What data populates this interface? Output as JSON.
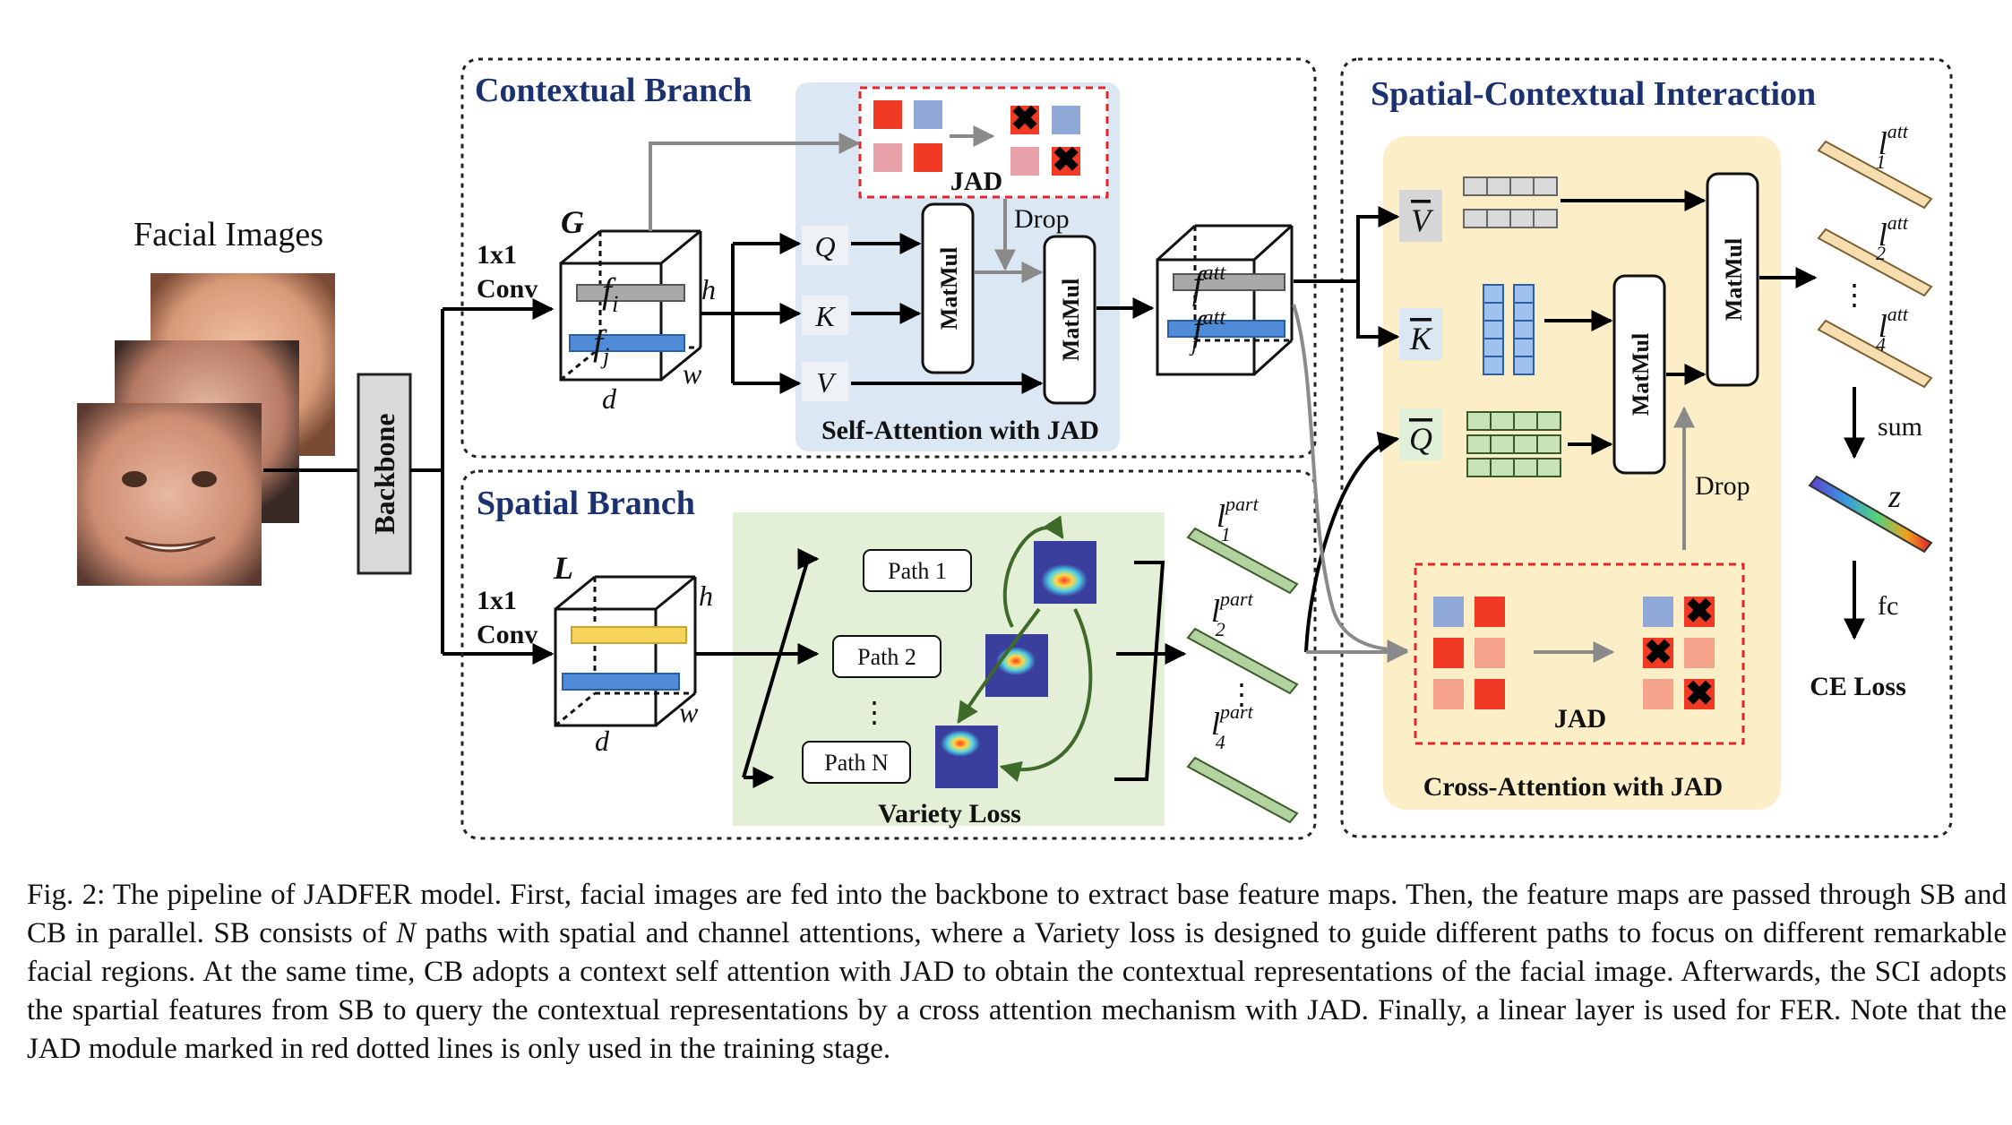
{
  "figure": {
    "input_label": "Facial Images",
    "backbone_label": "Backbone",
    "contextual_branch": {
      "title": "Contextual Branch",
      "conv_label_line1": "1x1",
      "conv_label_line2": "Conv",
      "tensor_name": "G",
      "feature_i": "f",
      "feature_i_sub": "i",
      "feature_j": "f",
      "feature_j_sub": "j",
      "dim_h": "h",
      "dim_w": "w",
      "dim_d": "d",
      "q_label": "Q",
      "k_label": "K",
      "v_label": "V",
      "matmul_label": "MatMul",
      "jad_label": "JAD",
      "drop_label": "Drop",
      "module_label": "Self-Attention with JAD",
      "out_feature": "f",
      "out_sup": "att",
      "out_sub_i": "i",
      "out_sub_j": "j"
    },
    "spatial_branch": {
      "title": "Spatial Branch",
      "conv_label_line1": "1x1",
      "conv_label_line2": "Conv",
      "tensor_name": "L",
      "dim_h": "h",
      "dim_w": "w",
      "dim_d": "d",
      "paths": [
        "Path 1",
        "Path 2",
        "Path N"
      ],
      "ellipsis": "⋮",
      "loss_label": "Variety Loss",
      "out_symbol": "l",
      "out_sup": "part",
      "out_subs": [
        "1",
        "2",
        "4"
      ]
    },
    "sci": {
      "title": "Spatial-Contextual Interaction",
      "v_label": "V",
      "k_label": "K",
      "q_label": "Q",
      "matmul_label": "MatMul",
      "drop_label": "Drop",
      "jad_label": "JAD",
      "module_label": "Cross-Attention with JAD",
      "out_symbol": "l",
      "out_sup": "att",
      "out_subs": [
        "1",
        "2",
        "4"
      ],
      "sum_label": "sum",
      "z_label": "z",
      "fc_label": "fc",
      "loss_label": "CE Loss"
    },
    "colors": {
      "self_attention_bg": "#dbe7f3",
      "variety_bg": "#e3efd6",
      "cross_attention_bg": "#fcefc8",
      "jad_border": "#e3262c",
      "title_blue": "#1c3270",
      "token_grey": "#a9a9a9",
      "token_blue": "#4f8bd6",
      "token_yellow": "#f6d35a",
      "token_green": "#b2d3a0"
    }
  },
  "caption": {
    "p1": "Fig. 2: The pipeline of JADFER model. First, facial images are fed into the backbone to extract base feature maps. Then, the feature maps are passed through SB and CB in parallel. SB consists of ",
    "n": "N",
    "p2": " paths with spatial and channel attentions, where a Variety loss is designed to guide different paths to focus on different remarkable facial regions. At the same time, CB adopts a context self attention with JAD to obtain the contextual representations of the facial image. Afterwards, the SCI adopts the spartial features from SB to query the contextual representations by a cross attention mechanism with JAD. Finally, a linear layer is used for FER. Note that the JAD module marked in red dotted lines is only used in the training stage."
  }
}
